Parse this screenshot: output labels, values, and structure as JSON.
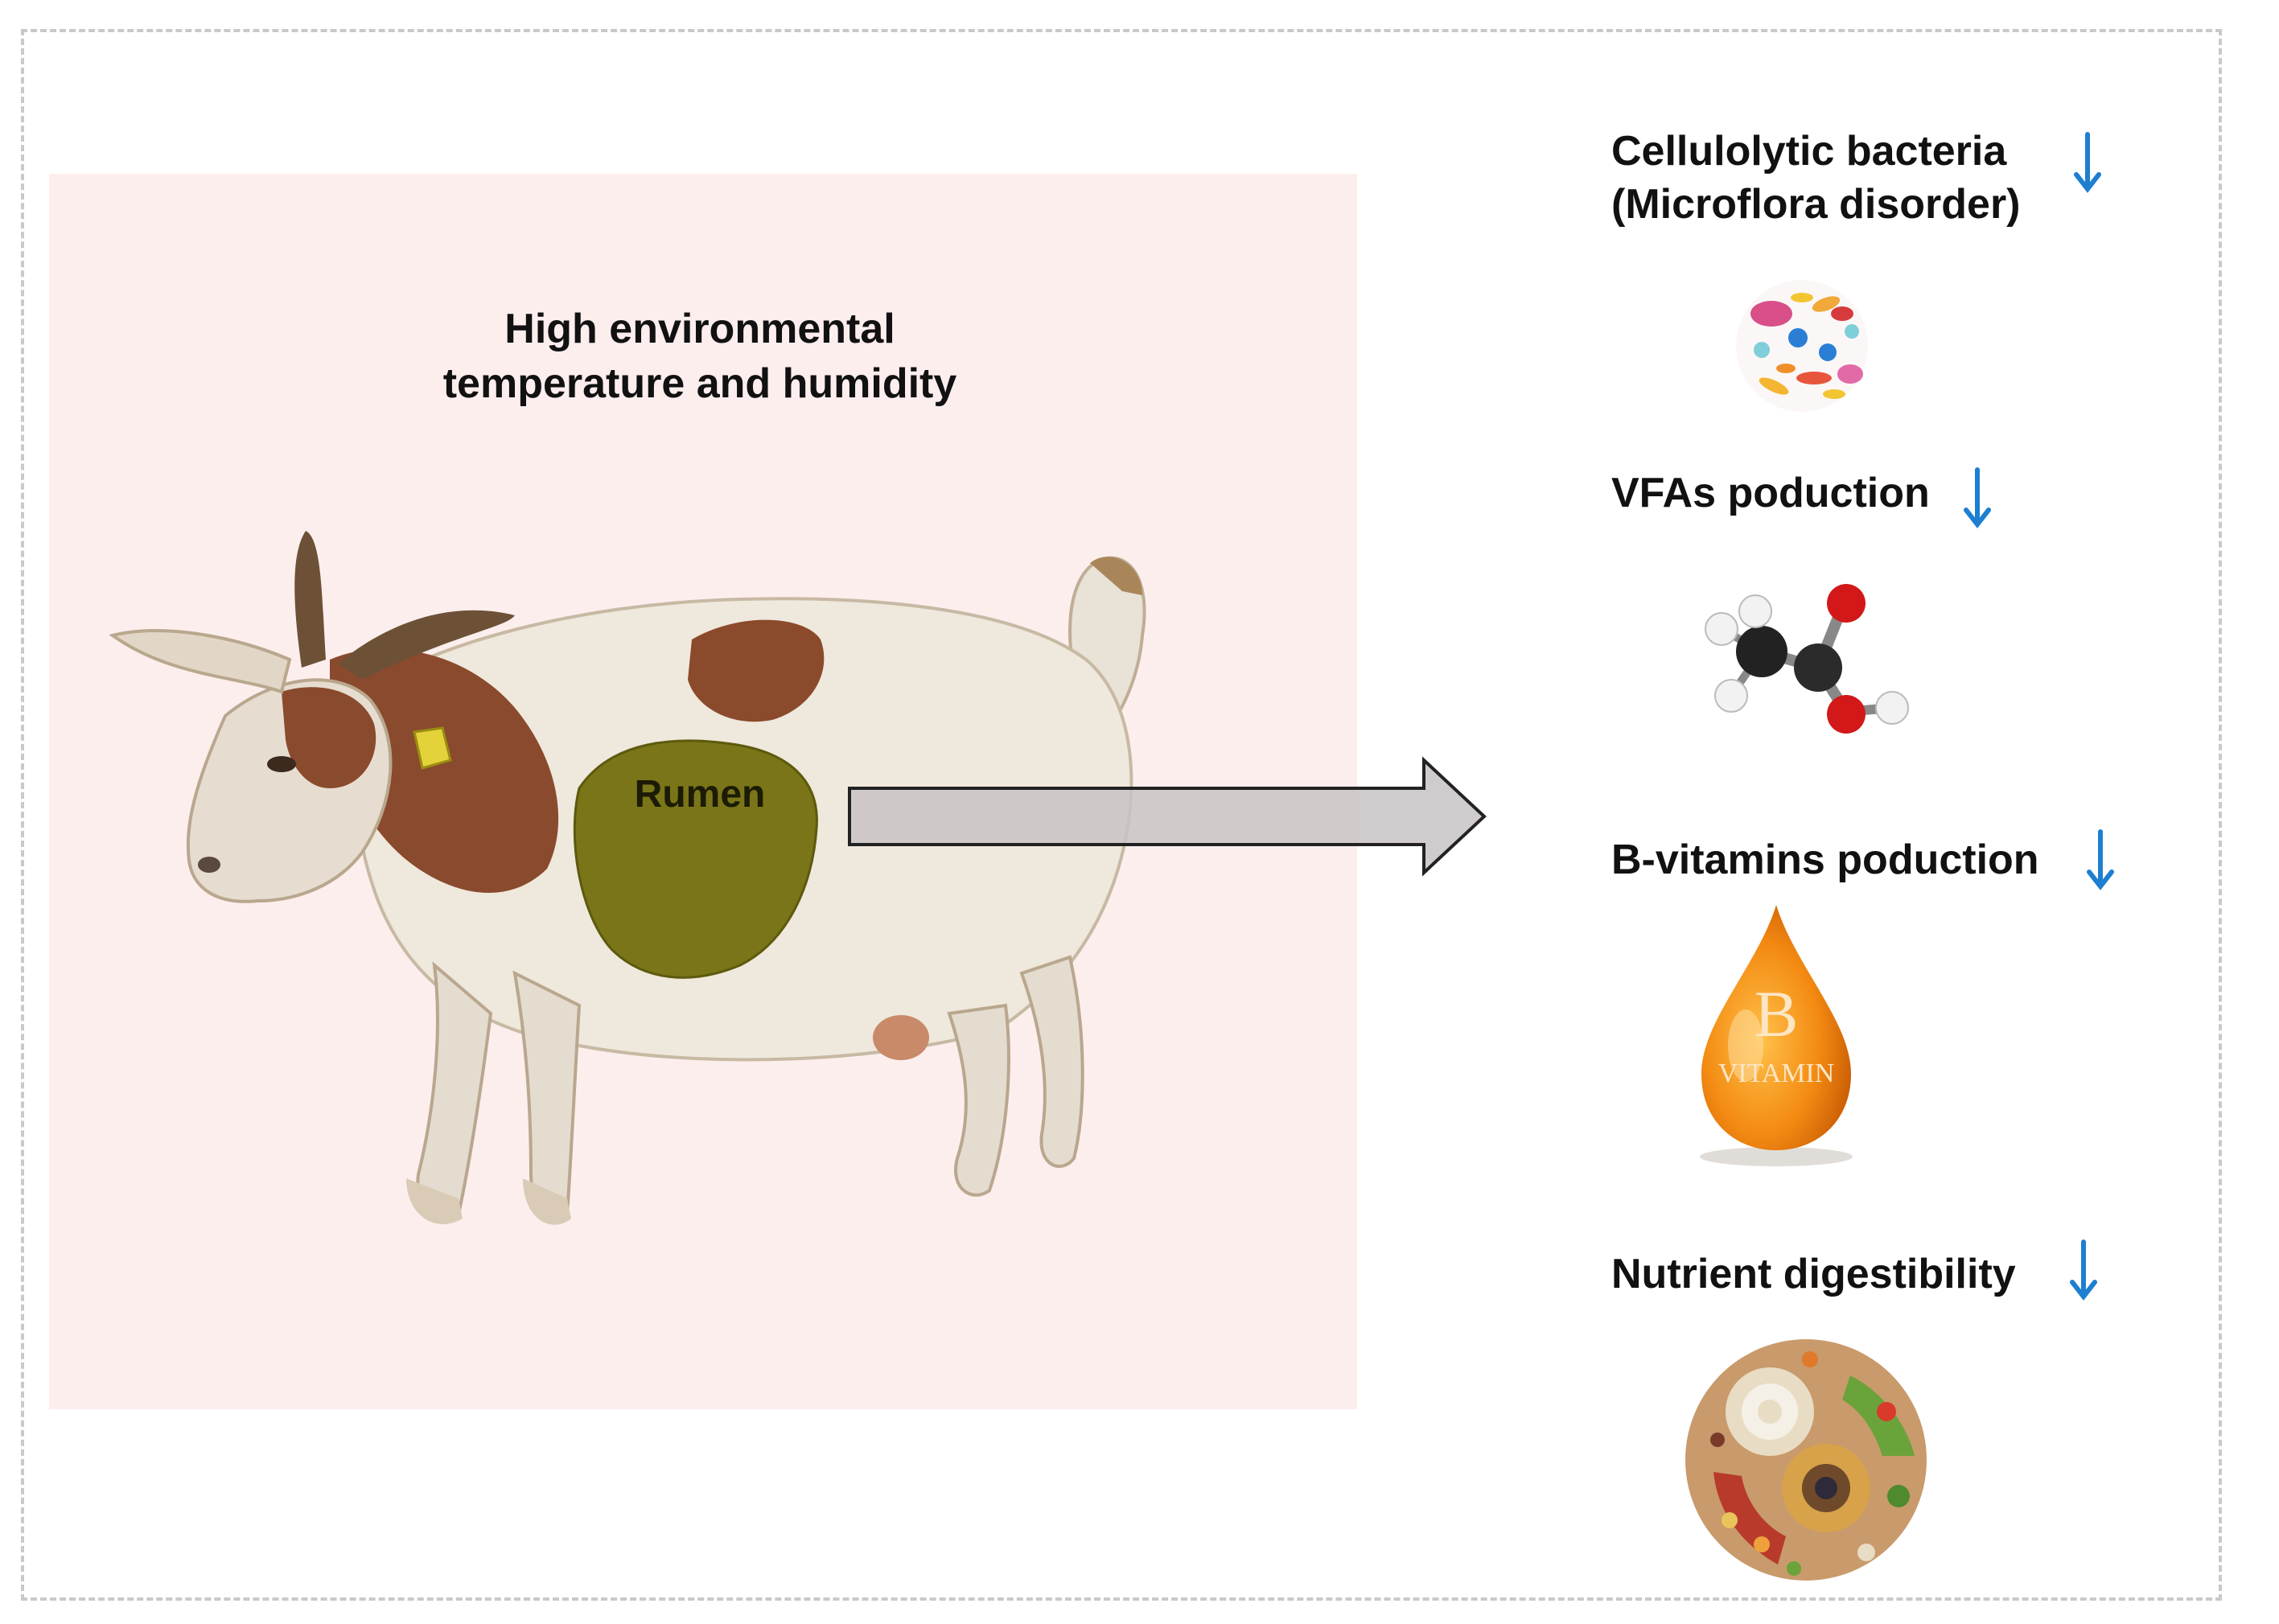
{
  "environment": {
    "line1": "High environmental",
    "line2": "temperature and humidity"
  },
  "organ": {
    "label": "Rumen"
  },
  "effects": [
    {
      "line1": "Cellulolytic bacteria",
      "line2": "(Microflora disorder)",
      "trend_icon": "down-arrow-icon",
      "image_icon": "microbes-icon"
    },
    {
      "line1": "VFAs poduction",
      "trend_icon": "down-arrow-icon",
      "image_icon": "acetic-acid-molecule-icon"
    },
    {
      "line1": "B-vitamins poduction",
      "trend_icon": "down-arrow-icon",
      "image_icon": "vitamin-b-drop-icon"
    },
    {
      "line1": "Nutrient digestibility",
      "trend_icon": "down-arrow-icon",
      "image_icon": "food-plate-icon"
    }
  ],
  "vitamin_icon": {
    "letter": "B",
    "word": "VITAMIN"
  },
  "colors": {
    "panel": "#fdeeee",
    "rumen": "#7a7518",
    "arrow_fill": "#c8c3c4",
    "down_arrow": "#1e7fd0"
  }
}
